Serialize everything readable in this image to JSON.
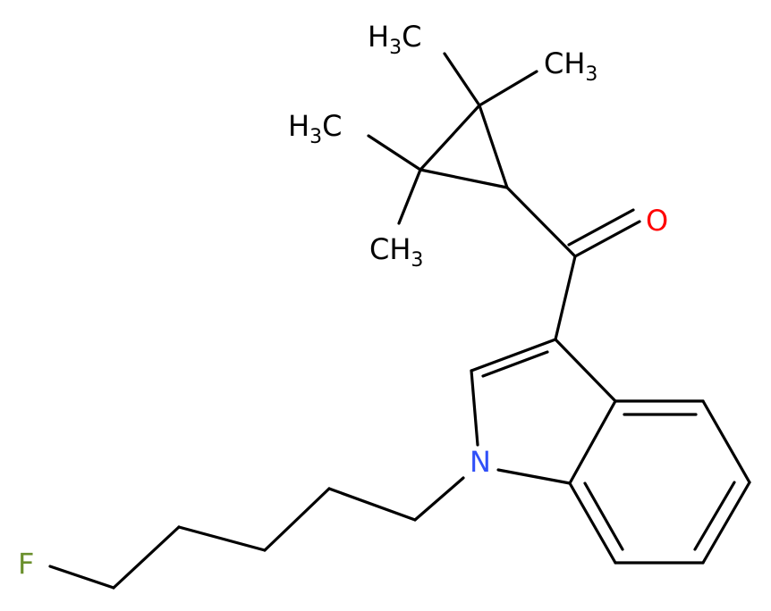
{
  "molecule": {
    "atoms": {
      "methyl_1": {
        "main": "H",
        "sub": "3",
        "tail": "C"
      },
      "methyl_2": {
        "main": "CH",
        "sub": "3"
      },
      "methyl_3": {
        "main": "H",
        "sub": "3",
        "tail": "C"
      },
      "methyl_4": {
        "main": "CH",
        "sub": "3"
      },
      "oxygen": {
        "symbol": "O"
      },
      "nitrogen": {
        "symbol": "N"
      },
      "fluorine": {
        "symbol": "F"
      }
    },
    "colors": {
      "bond": "#000000",
      "oxygen": "#ff0000",
      "nitrogen": "#3050f8",
      "fluorine": "#6a8f2c",
      "carbon_label": "#000000"
    }
  }
}
